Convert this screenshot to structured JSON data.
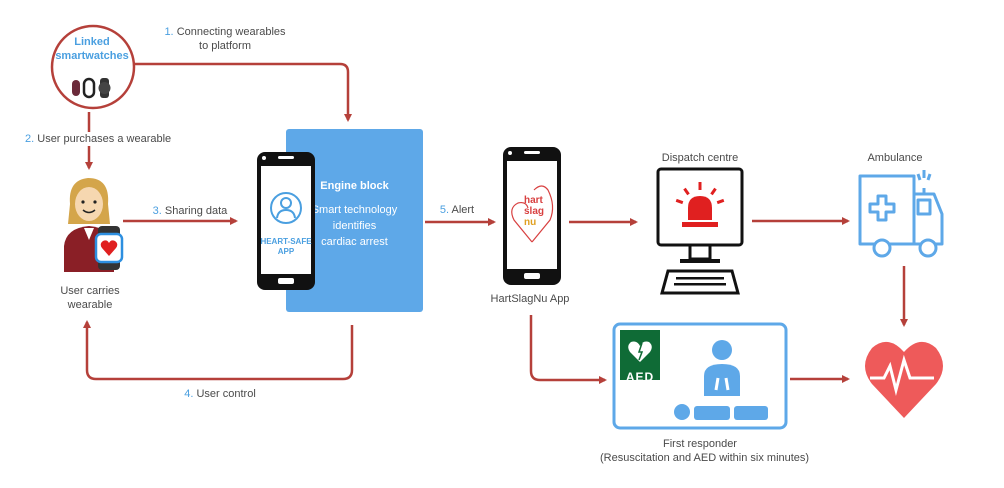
{
  "diagram": {
    "nodes": {
      "linked_smartwatches": {
        "title_line1": "Linked",
        "title_line2": "smartwatches"
      },
      "user": {
        "label_line1": "User carries",
        "label_line2": "wearable"
      },
      "heart_safe_app": {
        "line1": "HEART-SAFE",
        "line2": "APP"
      },
      "engine_block": {
        "title": "Engine block",
        "desc_line1": "Smart technology",
        "desc_line2": "identifies",
        "desc_line3": "cardiac arrest"
      },
      "hartslagnu_app": {
        "label": "HartSlagNu App",
        "logo_line1": "hart",
        "logo_line2": "slag",
        "logo_line3": "nu"
      },
      "dispatch": {
        "label": "Dispatch centre"
      },
      "ambulance": {
        "label": "Ambulance"
      },
      "first_responder": {
        "label_line1": "First responder",
        "label_line2": "(Resuscitation and AED within six minutes)",
        "aed_text": "AED"
      }
    },
    "steps": [
      {
        "num": "1.",
        "text_line1": "Connecting wearables",
        "text_line2": "to platform"
      },
      {
        "num": "2.",
        "text": "User purchases a wearable"
      },
      {
        "num": "3.",
        "text": "Sharing data"
      },
      {
        "num": "4.",
        "text": "User control"
      },
      {
        "num": "5.",
        "text": "Alert"
      }
    ],
    "colors": {
      "arrow": "#b5403a",
      "accent_blue": "#5ea8e8",
      "step_number": "#4a9fe0",
      "alert_red": "#e02020",
      "heart": "#ee5a5a",
      "aed_green": "#0f6b36"
    }
  }
}
